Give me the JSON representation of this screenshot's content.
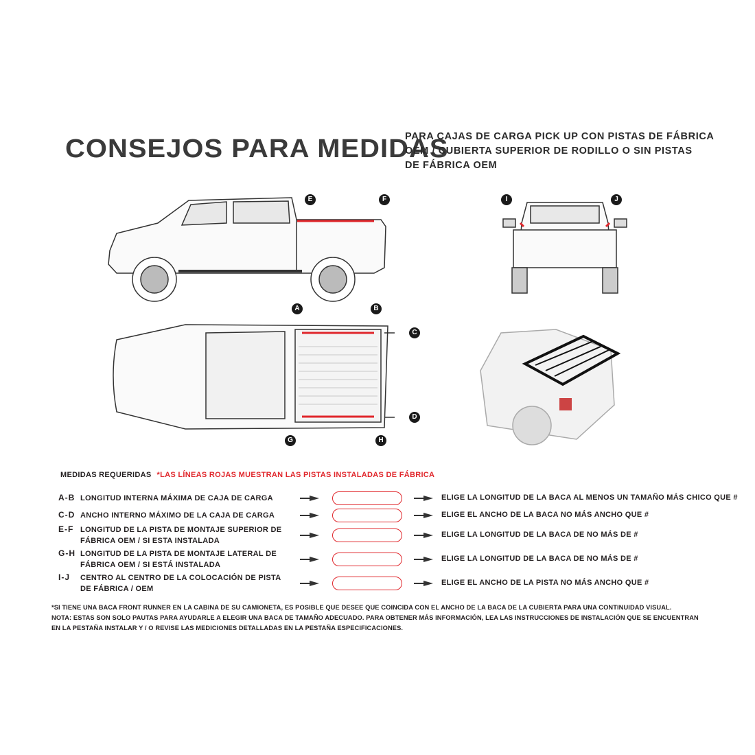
{
  "header": {
    "title": "CONSEJOS PARA MEDIDAS",
    "subtitle_lines": [
      "PARA CAJAS DE CARGA PICK UP CON PISTAS DE FÁBRICA",
      "OEM / CUBIERTA SUPERIOR DE RODILLO O SIN PISTAS",
      "DE FÁBRICA OEM"
    ]
  },
  "markers": {
    "A": "A",
    "B": "B",
    "C": "C",
    "D": "D",
    "E": "E",
    "F": "F",
    "G": "G",
    "H": "H",
    "I": "I",
    "J": "J"
  },
  "table": {
    "heading": "MEDIDAS REQUERIDAS",
    "heading_note": "*LAS LÍNEAS ROJAS MUESTRAN LAS PISTAS INSTALADAS DE FÁBRICA",
    "rows": [
      {
        "code": "A-B",
        "desc": "LONGITUD INTERNA MÁXIMA DE CAJA DE CARGA",
        "value": "",
        "result": "ELIGE LA LONGITUD DE LA BACA AL MENOS UN TAMAÑO MÁS CHICO QUE #"
      },
      {
        "code": "C-D",
        "desc": "ANCHO INTERNO MÁXIMO DE LA CAJA DE CARGA",
        "value": "",
        "result": "ELIGE EL ANCHO DE LA BACA NO MÁS ANCHO QUE #"
      },
      {
        "code": "E-F",
        "desc": "LONGITUD DE LA PISTA DE MONTAJE SUPERIOR DE FÁBRICA OEM / SI ESTA INSTALADA",
        "value": "",
        "result": "ELIGE LA LONGITUD DE LA BACA DE NO MÁS DE #"
      },
      {
        "code": "G-H",
        "desc": "LONGITUD DE LA PISTA DE MONTAJE LATERAL DE FÁBRICA OEM / SI ESTÁ INSTALADA",
        "value": "",
        "result": "ELIGE LA LONGITUD DE LA BACA DE NO MÁS DE #"
      },
      {
        "code": "I-J",
        "desc": "CENTRO AL CENTRO DE LA COLOCACIÓN DE PISTA DE FÁBRICA / OEM",
        "value": "",
        "result": "ELIGE EL ANCHO DE LA PISTA NO MÁS ANCHO QUE #"
      }
    ]
  },
  "notes": [
    "*SI TIENE UNA BACA FRONT RUNNER EN LA CABINA DE SU CAMIONETA, ES POSIBLE QUE DESEE QUE COINCIDA CON EL ANCHO DE LA BACA DE LA CUBIERTA PARA UNA CONTINUIDAD VISUAL.",
    "NOTA: ESTAS SON SOLO PAUTAS PARA AYUDARLE A ELEGIR UNA BACA DE TAMAÑO ADECUADO. PARA OBTENER MÁS INFORMACIÓN, LEA LAS INSTRUCCIONES DE INSTALACIÓN QUE SE ENCUENTRAN",
    "EN LA PESTAÑA INSTALAR Y / O REVISE LAS MEDICIONES DETALLADAS EN LA PESTAÑA ESPECIFICACIONES."
  ],
  "colors": {
    "accent_red": "#e0262b",
    "ink": "#231f20"
  }
}
